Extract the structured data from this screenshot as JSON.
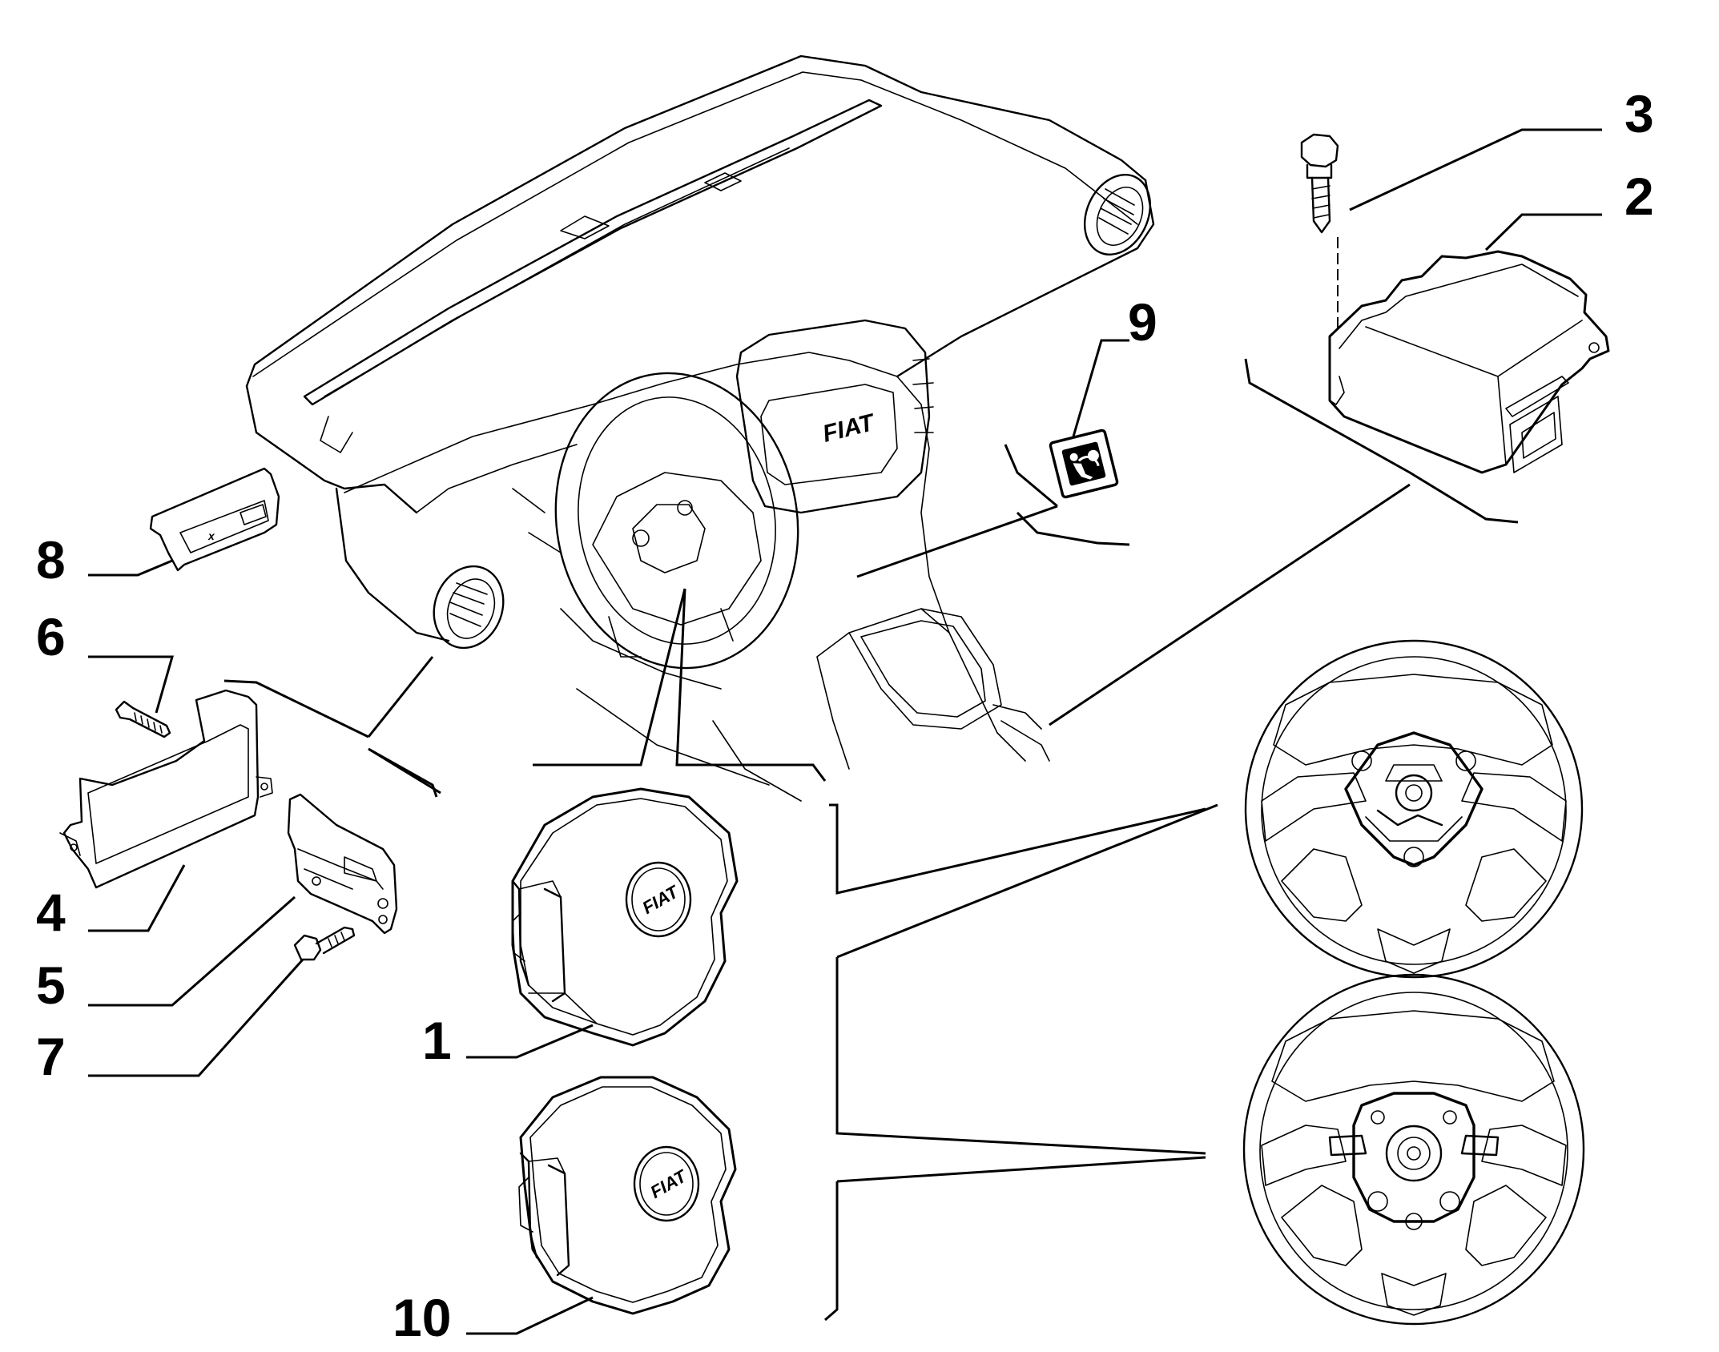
{
  "callouts": [
    {
      "id": "1",
      "text": "1"
    },
    {
      "id": "2",
      "text": "2"
    },
    {
      "id": "3",
      "text": "3"
    },
    {
      "id": "4",
      "text": "4"
    },
    {
      "id": "5",
      "text": "5"
    },
    {
      "id": "6",
      "text": "6"
    },
    {
      "id": "7",
      "text": "7"
    },
    {
      "id": "8",
      "text": "8"
    },
    {
      "id": "9",
      "text": "9"
    },
    {
      "id": "10",
      "text": "10"
    }
  ],
  "brand_marks": {
    "dashboard_logo": "FIAT",
    "airbag_1_logo": "FIAT",
    "airbag_10_logo": "FIAT"
  },
  "panel_8_mark": "x",
  "icons": [
    "airbag-warning-icon"
  ]
}
